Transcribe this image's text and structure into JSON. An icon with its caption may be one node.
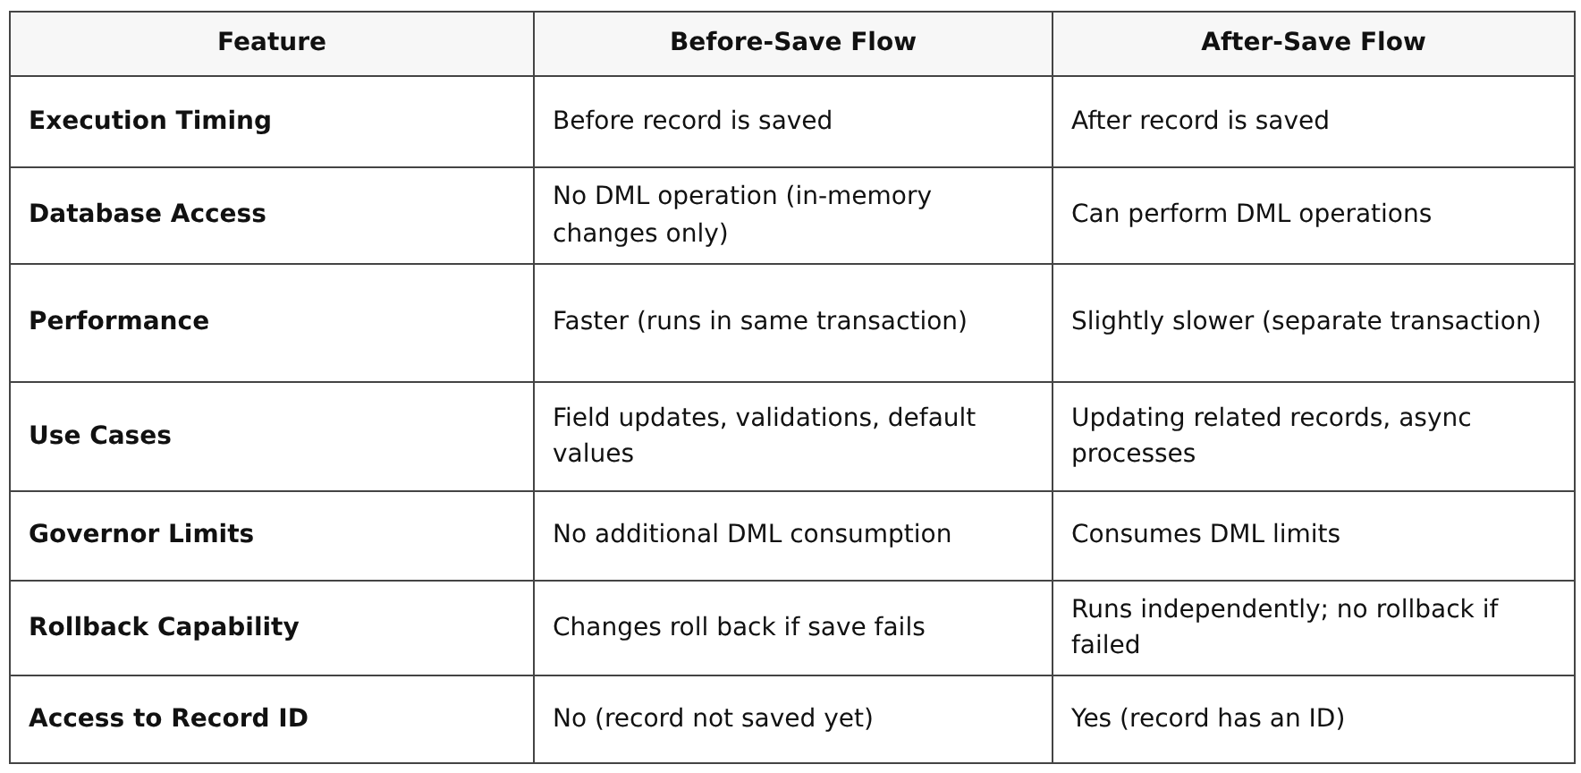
{
  "diagram": {
    "labels": [
      "Feature",
      "Before-Save Flow",
      "After-Save Flow",
      "Execution Timing",
      "Before record is saved",
      "After record is saved",
      "Database Access",
      "No DML operation (in-memory changes only)",
      "Can perform DML operations",
      "Performance",
      "Faster (runs in same transaction)",
      "Slightly slower (separate transaction)",
      "Use Cases",
      "Field updates, validations, default values",
      "Updating related records, async processes",
      "Governor Limits",
      "No additional DML consumption",
      "Consumes DML limits",
      "Rollback Capability",
      "Changes roll back if save fails",
      "Runs independently; no rollback if failed",
      "Access to Record ID",
      "No (record not saved yet)",
      "Yes (record has an ID)"
    ]
  }
}
